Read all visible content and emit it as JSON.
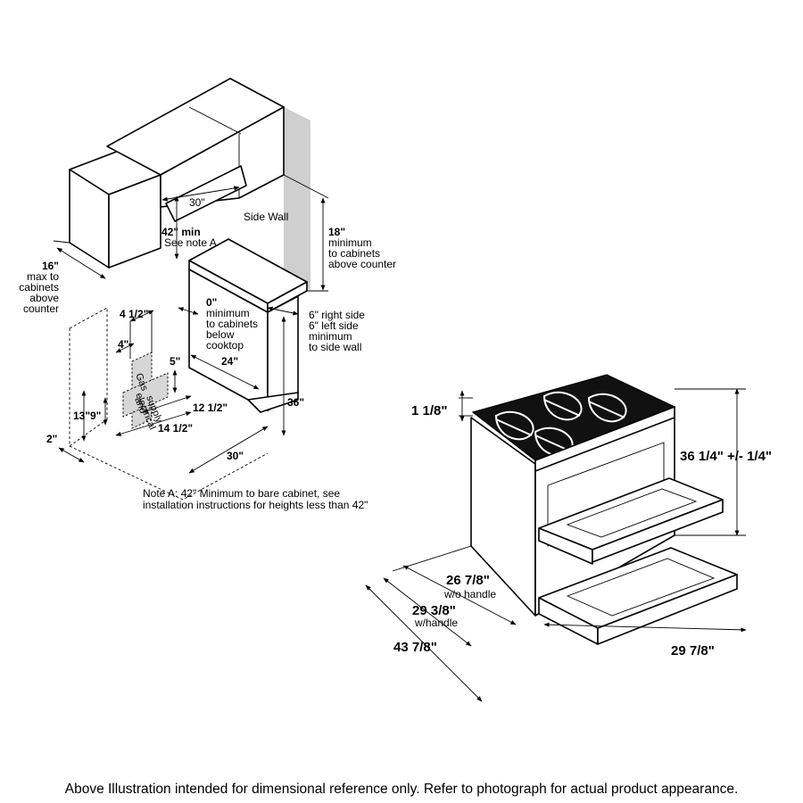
{
  "footer": "Above Illustration intended for dimensional reference only. Refer to photograph for actual product appearance.",
  "installation": {
    "hood_width": "30\"",
    "side_wall": "Side Wall",
    "hood_clearance": "42\" min",
    "see_note": "See note A",
    "cab_above_18": "18\"",
    "cab_above_18_l1": "minimum",
    "cab_above_18_l2": "to cabinets",
    "cab_above_18_l3": "above counter",
    "max16": "16\"",
    "max16_l1": "max to",
    "max16_l2": "cabinets",
    "max16_l3": "above",
    "max16_l4": "counter",
    "zero": "0\"",
    "zero_l1": "minimum",
    "zero_l2": "to cabinets",
    "zero_l3": "below",
    "zero_l4": "cooktop",
    "side6_l1": "6\" right side",
    "side6_l2": "6\" left side",
    "side6_l3": "minimum",
    "side6_l4": "to side wall",
    "d4half": "4 1/2\"",
    "d4": "4\"",
    "d5": "5\"",
    "d24": "24\"",
    "gas_l1": "Gas",
    "gas_l2": "and",
    "gas_l3": "electrical",
    "gas_l4": "supply",
    "d13": "13\"",
    "d9": "9\"",
    "d12half": "12 1/2\"",
    "d36": "36\"",
    "d14half": "14 1/2\"",
    "d2": "2\"",
    "d30": "30\"",
    "note_l1": "Note A: 42\" Minimum to bare cabinet, see",
    "note_l2": "installation instructions for heights less than 42\""
  },
  "range": {
    "top_height": "1 1/8\"",
    "height": "36 1/4\" +/- 1/4\"",
    "depth_no_handle": "26 7/8\"",
    "depth_no_handle_sub": "w/o handle",
    "depth_handle": "29 3/8\"",
    "depth_handle_sub": "w/handle",
    "depth_open": "43 7/8\"",
    "width": "29 7/8\""
  }
}
